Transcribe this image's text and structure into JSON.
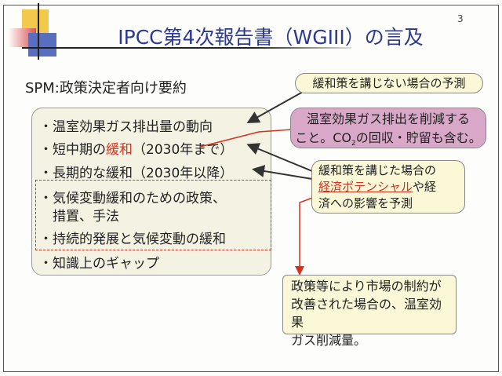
{
  "slide": {
    "page_number": "3",
    "title": "IPCC第4次報告書（WGIII）の言及",
    "subtitle": "SPM:政策決定者向け要約"
  },
  "items": [
    {
      "bullet": "・",
      "text": "温室効果ガス排出量の動向"
    },
    {
      "bullet": "・",
      "pre": "短中期の",
      "highlight": "緩和",
      "post": "（2030年まで）"
    },
    {
      "bullet": "・",
      "text": "長期的な緩和（2030年以降）"
    },
    {
      "bullet": "・",
      "text": "気候変動緩和のための政策、"
    },
    {
      "bullet": "",
      "text": "措置、手法"
    },
    {
      "bullet": "・",
      "text": "持続的発展と気候変動の緩和"
    },
    {
      "bullet": "・",
      "text": "知識上のギャップ"
    }
  ],
  "callouts": {
    "no_policy": "緩和策を講じない場合の予測",
    "mitigation_def": {
      "line1": "温室効果ガス排出を削減する",
      "line2a": "こと。CO",
      "line2sub": "2",
      "line2b": "の回収・貯留も含む。"
    },
    "with_policy": {
      "line1": "緩和策を講じた場合の",
      "highlight": "経済ポテンシャル",
      "line2b": "や経",
      "line3": "済への影響を予測"
    },
    "economic_potential": {
      "line1": "政策等により市場の制約が",
      "line2": "改善された場合の、温室効果",
      "line3": "ガス削減量。"
    }
  },
  "colors": {
    "title": "#2b3990",
    "accent": "#d4321e",
    "pink": "#d9a8c9",
    "callout": "#fbf8d8",
    "box": "#f4f2e2"
  }
}
